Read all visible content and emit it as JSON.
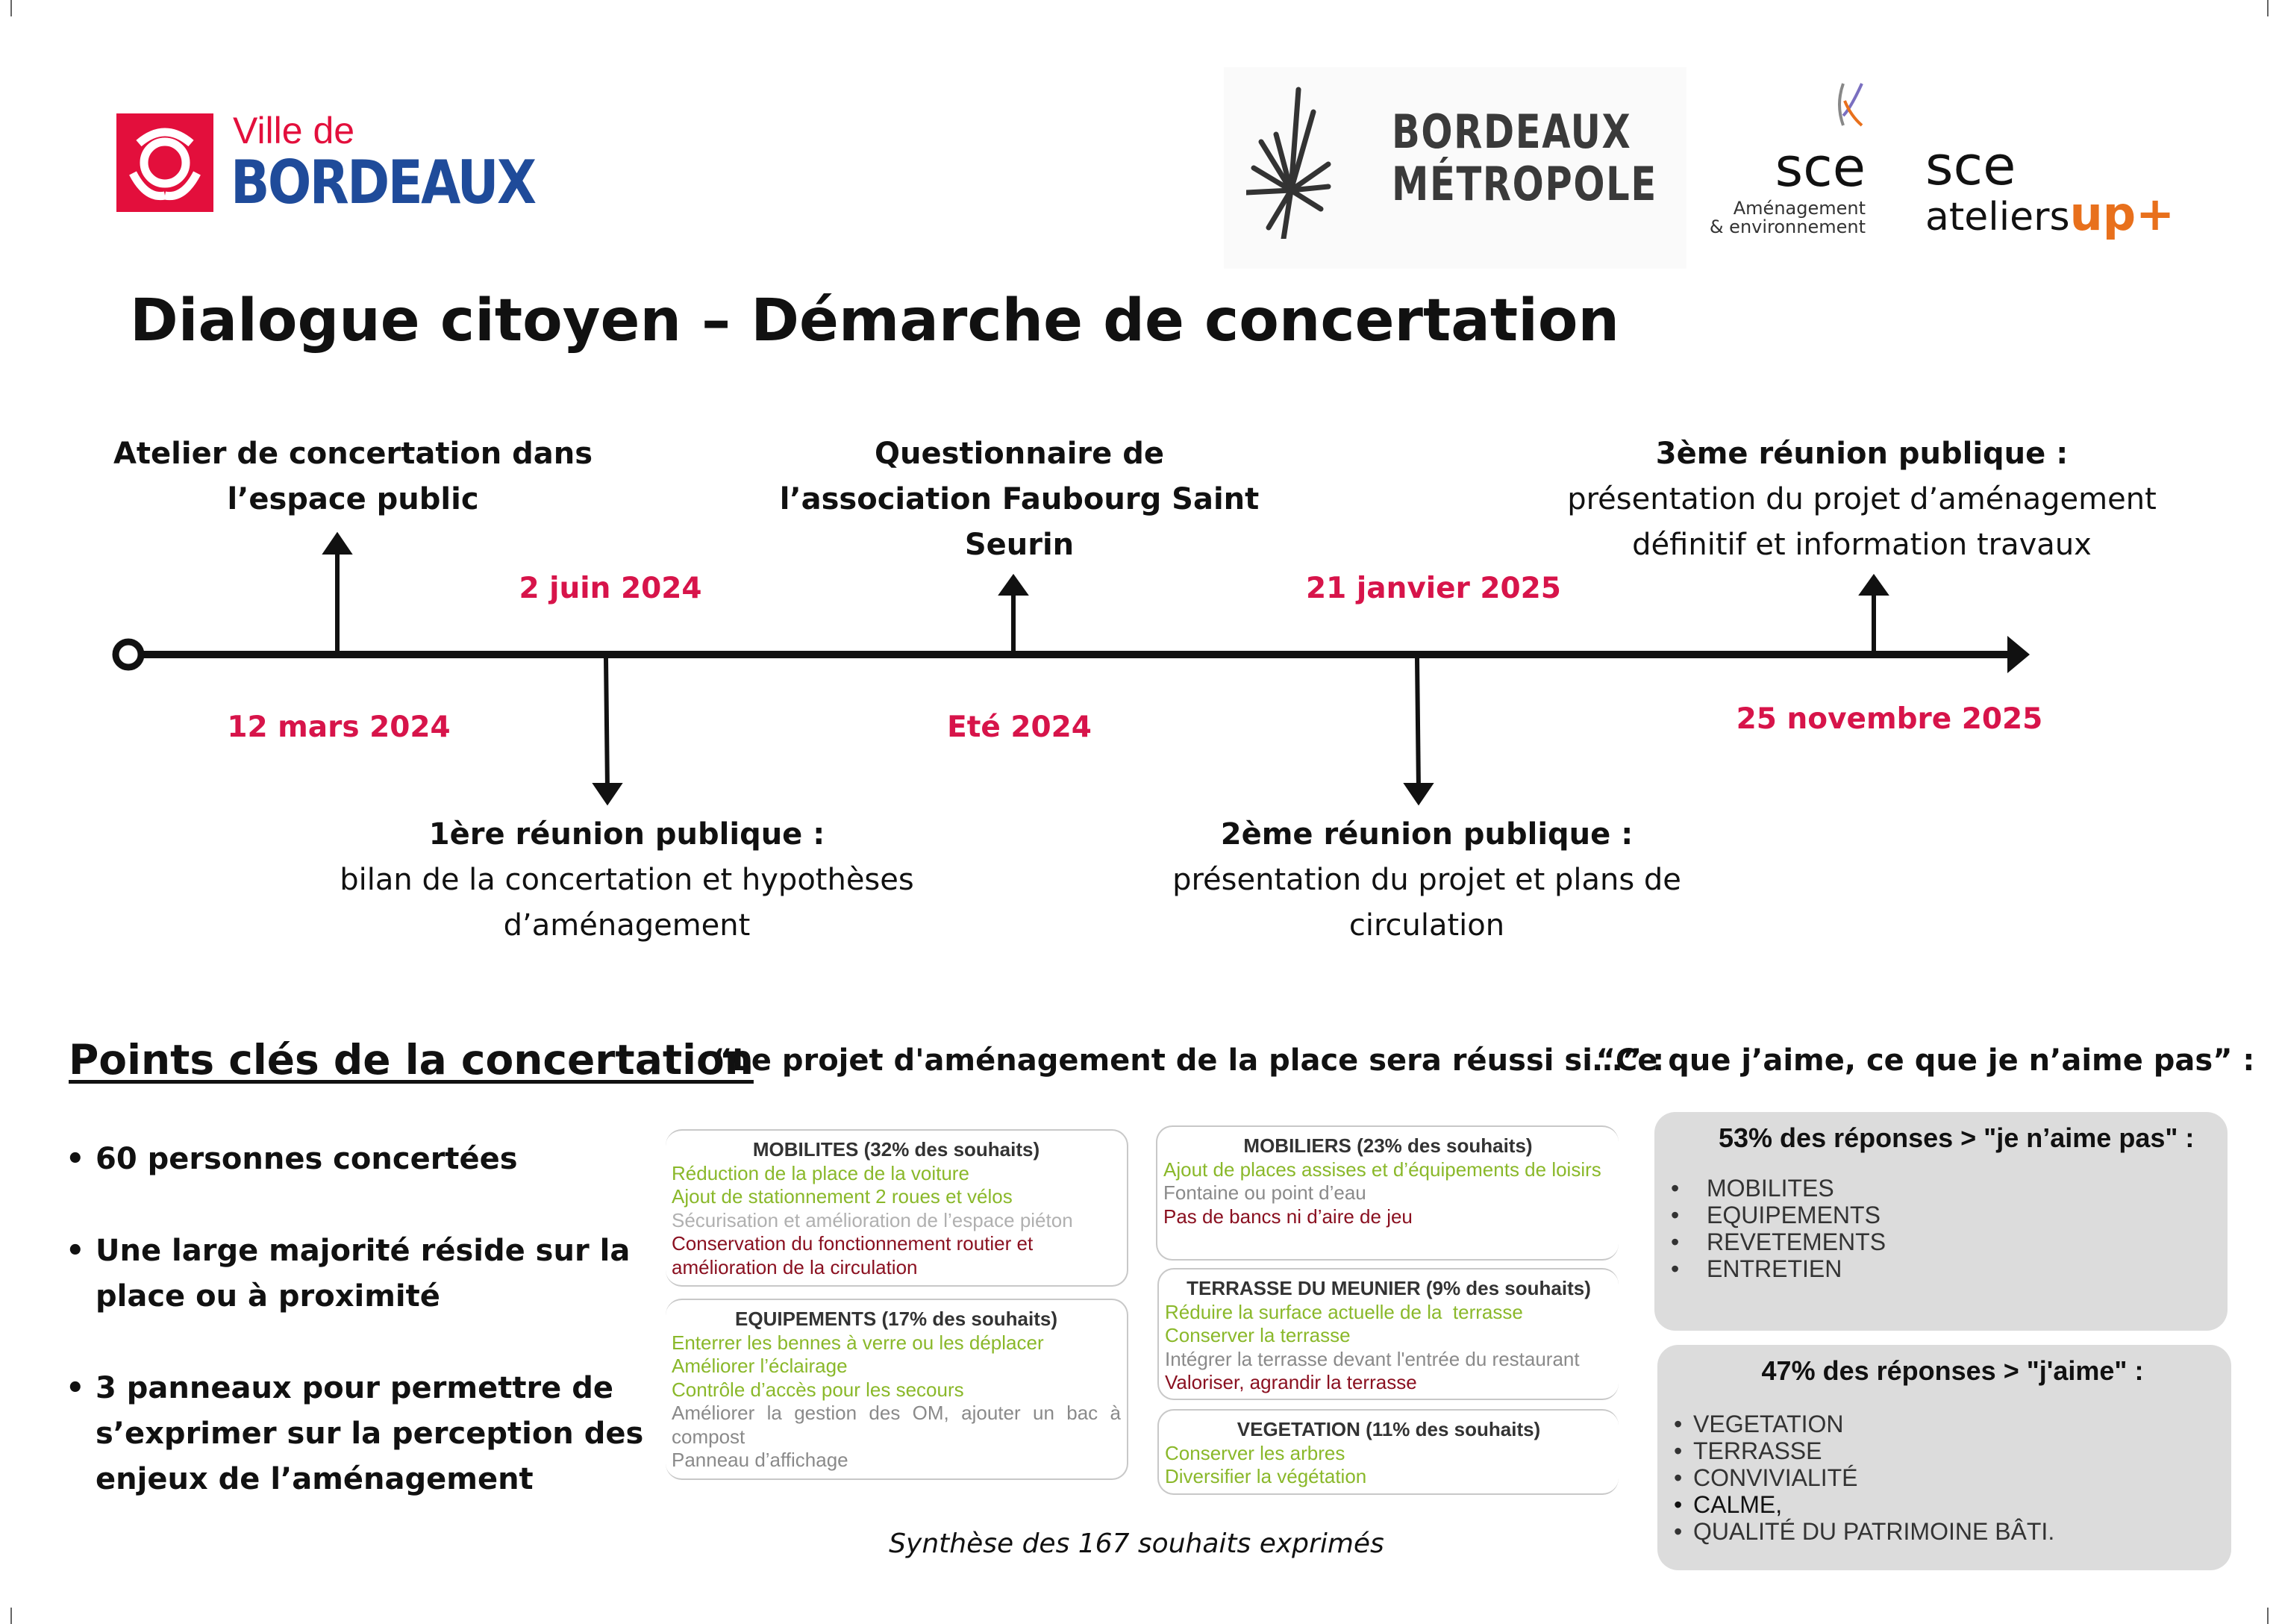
{
  "logos": {
    "ville_de": "Ville de",
    "bordeaux": "BORDEAUX",
    "metropole_1": "BORDEAUX",
    "metropole_2": "MÉTROPOLE",
    "sce1": "sce",
    "sce1_sub1": "Aménagement",
    "sce1_sub2": "& environnement",
    "sce2": "sce",
    "ateliers": "ateliers",
    "up": "up+"
  },
  "title": "Dialogue citoyen – Démarche de concertation",
  "timeline": {
    "above": [
      {
        "date": "12 mars 2024",
        "lines": [
          "Atelier de concertation dans",
          "l’espace public"
        ]
      },
      {
        "date": "Eté 2024",
        "lines": [
          "Questionnaire de",
          "l’association Faubourg Saint",
          "Seurin"
        ]
      },
      {
        "date": "25 novembre 2025",
        "title": "3ème réunion publique :",
        "lines": [
          "présentation du projet d’aménagement",
          "définitif et information travaux"
        ]
      }
    ],
    "below": [
      {
        "date": "2 juin 2024",
        "title": "1ère réunion publique :",
        "lines": [
          "bilan de la concertation et hypothèses",
          "d’aménagement"
        ]
      },
      {
        "date": "21 janvier 2025",
        "title": "2ème réunion publique :",
        "lines": [
          "présentation du projet et plans de",
          "circulation"
        ]
      }
    ]
  },
  "points": {
    "heading": "Points clés de la concertation",
    "items": [
      [
        "60 personnes concertées"
      ],
      [
        "Une large majorité réside sur la",
        "place ou à proximité"
      ],
      [
        "3 panneaux pour permettre de",
        "s’exprimer sur la perception des",
        "enjeux de l’aménagement"
      ]
    ]
  },
  "wishes": {
    "heading": "“Le projet d'aménagement de la place sera réussi si…” :",
    "boxes": [
      {
        "title": "MOBILITES (32% des souhaits)",
        "items": [
          "Réduction de la place de la voiture",
          "Ajout de stationnement 2 roues et vélos",
          "Sécurisation et amélioration de l’espace piéton",
          "Conservation du fonctionnement routier et amélioration de la circulation"
        ]
      },
      {
        "title": "EQUIPEMENTS (17% des souhaits)",
        "items": [
          "Enterrer les bennes à verre ou les déplacer",
          "Améliorer l’éclairage",
          "Contrôle d’accès pour les secours",
          "Améliorer la gestion des OM, ajouter un bac à compost",
          "Panneau d’affichage"
        ]
      },
      {
        "title": "MOBILIERS (23% des souhaits)",
        "items": [
          "Ajout de places assises et d’équipements de loisirs",
          "Fontaine ou point d’eau",
          "Pas de bancs ni d’aire de jeu"
        ]
      },
      {
        "title": "TERRASSE DU MEUNIER (9% des souhaits)",
        "items": [
          "Réduire la surface actuelle de la  terrasse",
          "Conserver la terrasse",
          "Intégrer la terrasse devant l'entrée du restaurant",
          "Valoriser, agrandir la terrasse"
        ]
      },
      {
        "title": "VEGETATION (11% des souhaits)",
        "items": [
          "Conserver les arbres",
          "Diversifier la végétation"
        ]
      }
    ],
    "caption": "Synthèse des 167 souhaits exprimés",
    "colors": {
      "positive": "#8ab82a",
      "neutral": "#8a8a8a",
      "light": "#b0b0b0",
      "negative": "#8a1020"
    }
  },
  "likes": {
    "heading": "“Ce que j’aime, ce que je n’aime pas” :",
    "dislike": {
      "title": "53% des réponses > \"je n’aime pas\" :",
      "items": [
        "MOBILITES",
        "EQUIPEMENTS",
        "REVETEMENTS",
        "ENTRETIEN"
      ]
    },
    "like": {
      "title": "47% des réponses > \"j'aime\" :",
      "items": [
        "VEGETATION",
        "TERRASSE",
        "CONVIVIALITÉ",
        "CALME,",
        "QUALITÉ DU PATRIMOINE BÂTI."
      ]
    }
  },
  "accent_color": "#d7144a"
}
